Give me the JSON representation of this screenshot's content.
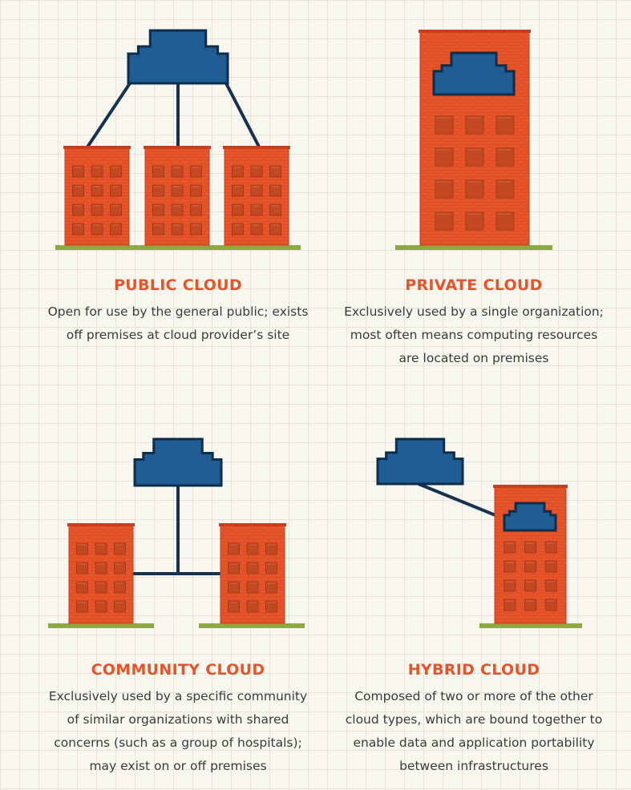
{
  "colors": {
    "brick": "#e8542a",
    "brick_dark": "#c63f1c",
    "window": "#c24822",
    "cloud": "#1f5d94",
    "cloud_outline": "#0e2d4a",
    "ground": "#8caa3f",
    "line": "#16324f",
    "title": "#e8542a",
    "text": "#3b3b3b"
  },
  "panels": {
    "public": {
      "title": "PUBLIC CLOUD",
      "desc_lines": [
        "Open for use by the general public; exists",
        "off premises at cloud provider’s site"
      ]
    },
    "private": {
      "title": "PRIVATE CLOUD",
      "desc_lines": [
        "Exclusively used by a single organization;",
        "most often means computing resources",
        "are located on premises"
      ]
    },
    "community": {
      "title": "COMMUNITY CLOUD",
      "desc_lines": [
        "Exclusively used by a specific community",
        "of similar organizations with shared",
        "concerns (such as a group of hospitals);",
        "may exist on or off premises"
      ]
    },
    "hybrid": {
      "title": "HYBRID CLOUD",
      "desc_lines": [
        "Composed of two or more of the other",
        "cloud types, which are bound together to",
        "enable data and application portability",
        "between infrastructures"
      ]
    }
  },
  "icons": {
    "cloud": "cloud-icon",
    "building": "building-icon"
  }
}
